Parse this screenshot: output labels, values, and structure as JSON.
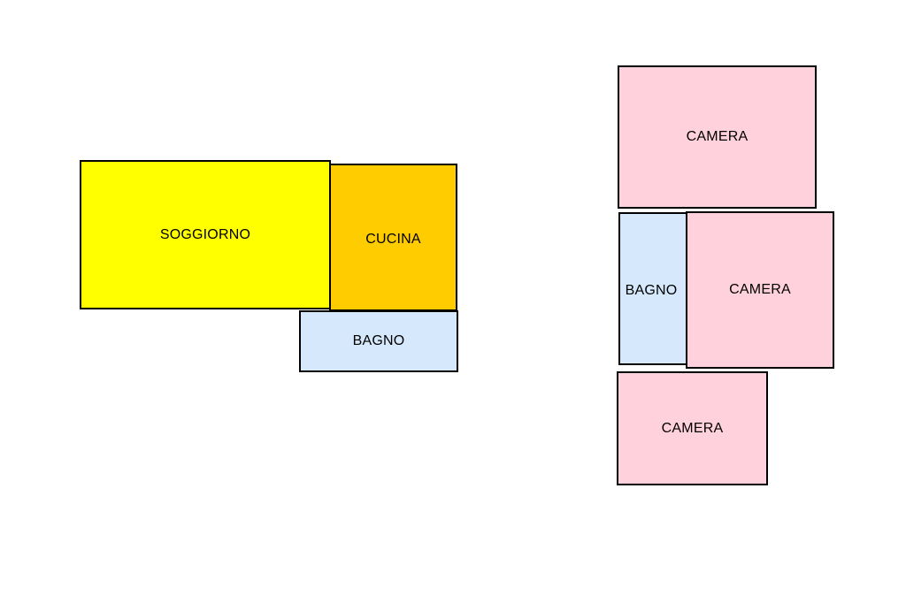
{
  "colors": {
    "living": "#ffff00",
    "kitchen": "#ffcc00",
    "bath": "#d6e9fc",
    "bedroom": "#ffd1dc",
    "wall": "#000000"
  },
  "rooms": [
    {
      "id": "room-soggiorno",
      "label": "SOGGIORNO",
      "color": "#ffff00"
    },
    {
      "id": "room-cucina",
      "label": "CUCINA",
      "color": "#ffcc00"
    },
    {
      "id": "room-bagno-1",
      "label": "BAGNO",
      "color": "#d6e9fc"
    },
    {
      "id": "room-camera-1",
      "label": "CAMERA",
      "color": "#ffd1dc"
    },
    {
      "id": "room-bagno-2",
      "label": "BAGNO",
      "color": "#d6e9fc"
    },
    {
      "id": "room-camera-2",
      "label": "CAMERA",
      "color": "#ffd1dc"
    },
    {
      "id": "room-camera-3",
      "label": "CAMERA",
      "color": "#ffd1dc"
    }
  ]
}
